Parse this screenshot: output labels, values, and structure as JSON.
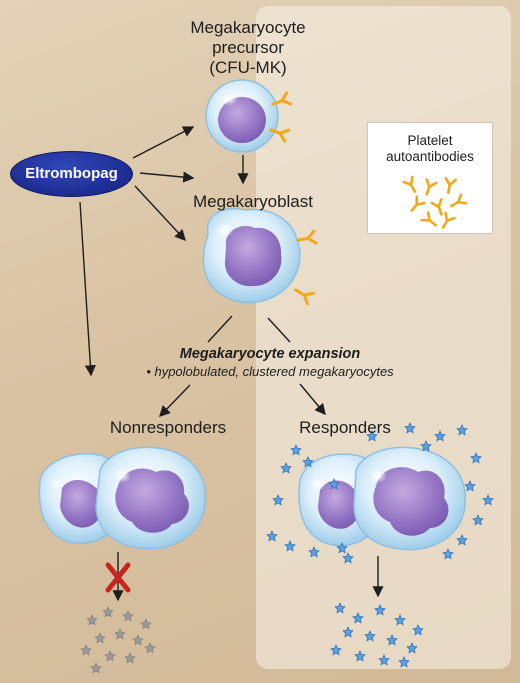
{
  "diagram": {
    "drug_label": "Eltrombopag",
    "precursor_label_line1": "Megakaryocyte",
    "precursor_label_line2": "precursor",
    "precursor_label_line3": "(CFU-MK)",
    "megakaryoblast_label": "Megakaryoblast",
    "expansion_title": "Megakaryocyte expansion",
    "expansion_subtitle": "• hypolobulated, clustered megakaryocytes",
    "nonresponders_label": "Nonresponders",
    "responders_label": "Responders",
    "autoantibodies_label_line1": "Platelet",
    "autoantibodies_label_line2": "autoantibodies"
  },
  "colors": {
    "background": "#d9c3a3",
    "panel": "#f8f2e9",
    "drug_fill": "#1f2f97",
    "antibody": "#f2a818",
    "cell_membrane": "#cfe6f7",
    "nucleus": "#8f6fbf",
    "platelet_blue": "#4a8fd8",
    "inhibit_mark": "#c8241e",
    "arrow": "#1e1e1e"
  }
}
